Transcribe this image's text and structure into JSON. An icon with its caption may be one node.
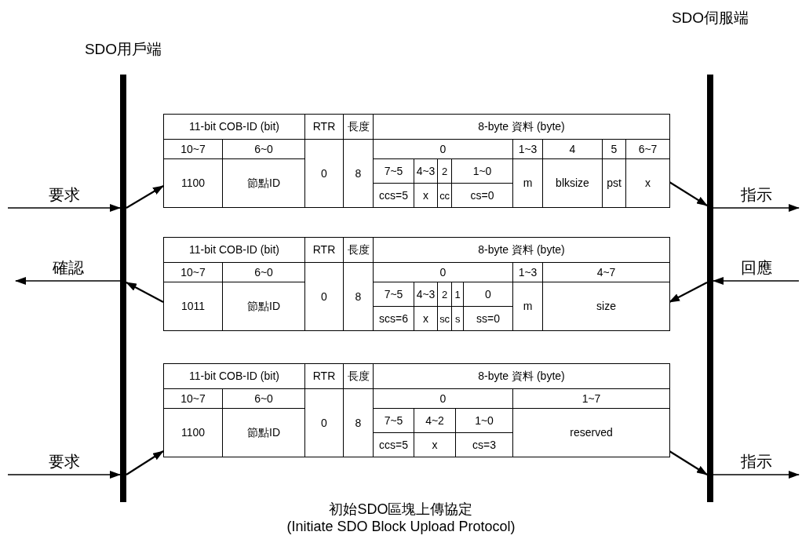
{
  "diagram": {
    "caption": "初始SDO區塊上傳協定",
    "nodes": [
      {
        "text": [
          "SDO用戶端"
        ]
      },
      {
        "text": [
          "SDO伺服端"
        ]
      },
      {
        "text": [
          "11-bit COB-ID (bit)",
          "RTR",
          "長度",
          "8-byte 資料 (byte)",
          "10~7",
          "6~0",
          "0",
          "1~3",
          "4",
          "5",
          "6~7",
          "1100",
          "節點ID",
          "0",
          "8",
          "7~5",
          "4~3",
          "2",
          "1~0",
          "m",
          "blksize",
          "pst",
          "x",
          "ccs=5",
          "x",
          "cc",
          "cs=0"
        ]
      },
      {
        "text": [
          "11-bit COB-ID (bit)",
          "RTR",
          "長度",
          "8-byte 資料 (byte)",
          "10~7",
          "6~0",
          "0",
          "1~3",
          "4~7",
          "1011",
          "節點ID",
          "0",
          "8",
          "7~5",
          "4~3",
          "2",
          "1",
          "0",
          "m",
          "size",
          "scs=6",
          "x",
          "sc",
          "s",
          "ss=0"
        ]
      },
      {
        "text": [
          "11-bit COB-ID (bit)",
          "RTR",
          "長度",
          "8-byte 資料 (byte)",
          "10~7",
          "6~0",
          "0",
          "1~7",
          "1100",
          "節點ID",
          "0",
          "8",
          "7~5",
          "4~2",
          "1~0",
          "reserved",
          "ccs=5",
          "x",
          "cs=3"
        ]
      }
    ],
    "edges": [
      {
        "from": null,
        "to": 0,
        "arrow": "to",
        "label": "要求"
      },
      {
        "from": 0,
        "to": 2,
        "arrow": "to"
      },
      {
        "from": 2,
        "to": 1,
        "arrow": "to"
      },
      {
        "from": 1,
        "to": null,
        "arrow": "to",
        "label": "指示"
      },
      {
        "from": null,
        "to": 1,
        "arrow": "to",
        "label": "回應"
      },
      {
        "from": 1,
        "to": 3,
        "arrow": "to"
      },
      {
        "from": 3,
        "to": 0,
        "arrow": "to"
      },
      {
        "from": 0,
        "to": null,
        "arrow": "to",
        "label": "確認"
      },
      {
        "from": null,
        "to": 0,
        "arrow": "to",
        "label": "要求"
      },
      {
        "from": 0,
        "to": 4,
        "arrow": "to"
      },
      {
        "from": 4,
        "to": 1,
        "arrow": "to"
      },
      {
        "from": 1,
        "to": null,
        "arrow": "to",
        "label": "指示"
      }
    ],
    "labels": [
      "(Initiate SDO Block Upload Protocol)"
    ]
  }
}
